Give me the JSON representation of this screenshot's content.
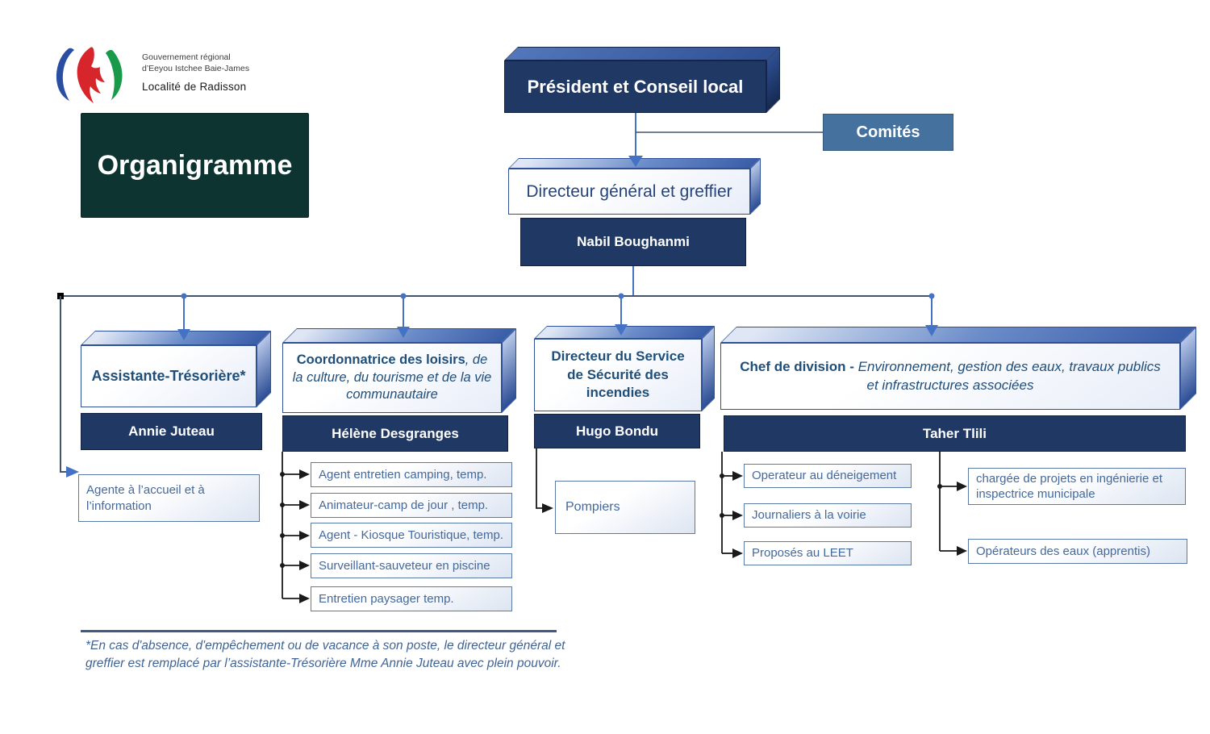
{
  "colors": {
    "navy": "#1f3864",
    "steel_blue": "#44719e",
    "dark_green": "#0d3431",
    "accent_blue": "#4472c4",
    "leaf_text": "#44699d",
    "logo_blue": "#2a4fa2",
    "logo_red": "#d6252b",
    "logo_green": "#189a4a"
  },
  "logo": {
    "org_line1": "Gouvernement régional",
    "org_line2": "d’Eeyou Istchee Baie-James",
    "locality": "Localité de Radisson"
  },
  "title": "Organigramme",
  "chart": {
    "president": {
      "label": "Président et Conseil local"
    },
    "committees": {
      "label": "Comités"
    },
    "director": {
      "role": "Directeur général et greffier",
      "name": "Nabil Boughanmi"
    },
    "branches": [
      {
        "role": "Assistante-Trésorière*",
        "role_detail": "",
        "name": "Annie Juteau",
        "reports": [
          "Agente à l’accueil et à l’information"
        ]
      },
      {
        "role": "Coordonnatrice des loisirs",
        "role_detail": ", de la culture, du tourisme et de la vie communautaire",
        "name": "Hélène Desgranges",
        "reports": [
          "Agent entretien camping, temp.",
          "Animateur-camp de jour , temp.",
          "Agent - Kiosque Touristique, temp.",
          "Surveillant-sauveteur en piscine",
          "Entretien paysager temp."
        ]
      },
      {
        "role": "Directeur du Service de Sécurité des incendies",
        "role_detail": "",
        "name": "Hugo Bondu",
        "reports": [
          "Pompiers"
        ]
      },
      {
        "role": "Chef de division -",
        "role_detail": " Environnement, gestion des eaux, travaux publics et infrastructures associées",
        "name": "Taher Tlili",
        "reports_left": [
          "Operateur au déneigement",
          "Journaliers à la voirie",
          "Proposés au LEET"
        ],
        "reports_right": [
          "chargée de projets en ingénierie et inspectrice municipale",
          "Opérateurs des eaux (apprentis)"
        ]
      }
    ]
  },
  "footnote": "*En cas d'absence,  d'empêchement ou de vacance à son poste, le directeur général et greffier est remplacé par l’assistante-Trésorière Mme Annie Juteau avec plein pouvoir."
}
